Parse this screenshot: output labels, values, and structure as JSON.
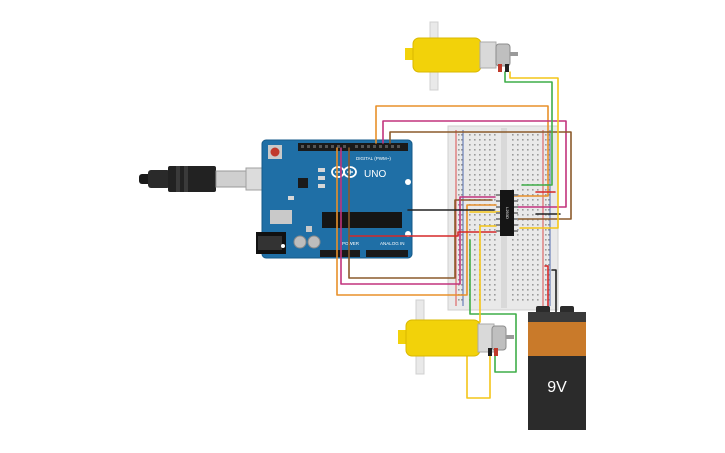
{
  "arduino": {
    "model_label": "UNO",
    "digital_label": "DIGITAL (PWM~)",
    "power_label": "POWER",
    "analog_label": "ANALOG IN",
    "brand_color": "#1f6fa6"
  },
  "driver_ic": {
    "label": "L293D"
  },
  "battery": {
    "label": "9V",
    "top_color": "#c97a2a",
    "body_color": "#2b2b2b"
  },
  "motors": {
    "color": "#f2d20a"
  },
  "wire_colors": {
    "orange": "#e8902a",
    "brown": "#8b5a2b",
    "magenta": "#c2337d",
    "green": "#3fae49",
    "yellow": "#f4c518",
    "red": "#d62828",
    "black": "#222222"
  },
  "icons": [
    "usb-cable-icon",
    "reset-button-icon",
    "arduino-logo-icon"
  ]
}
